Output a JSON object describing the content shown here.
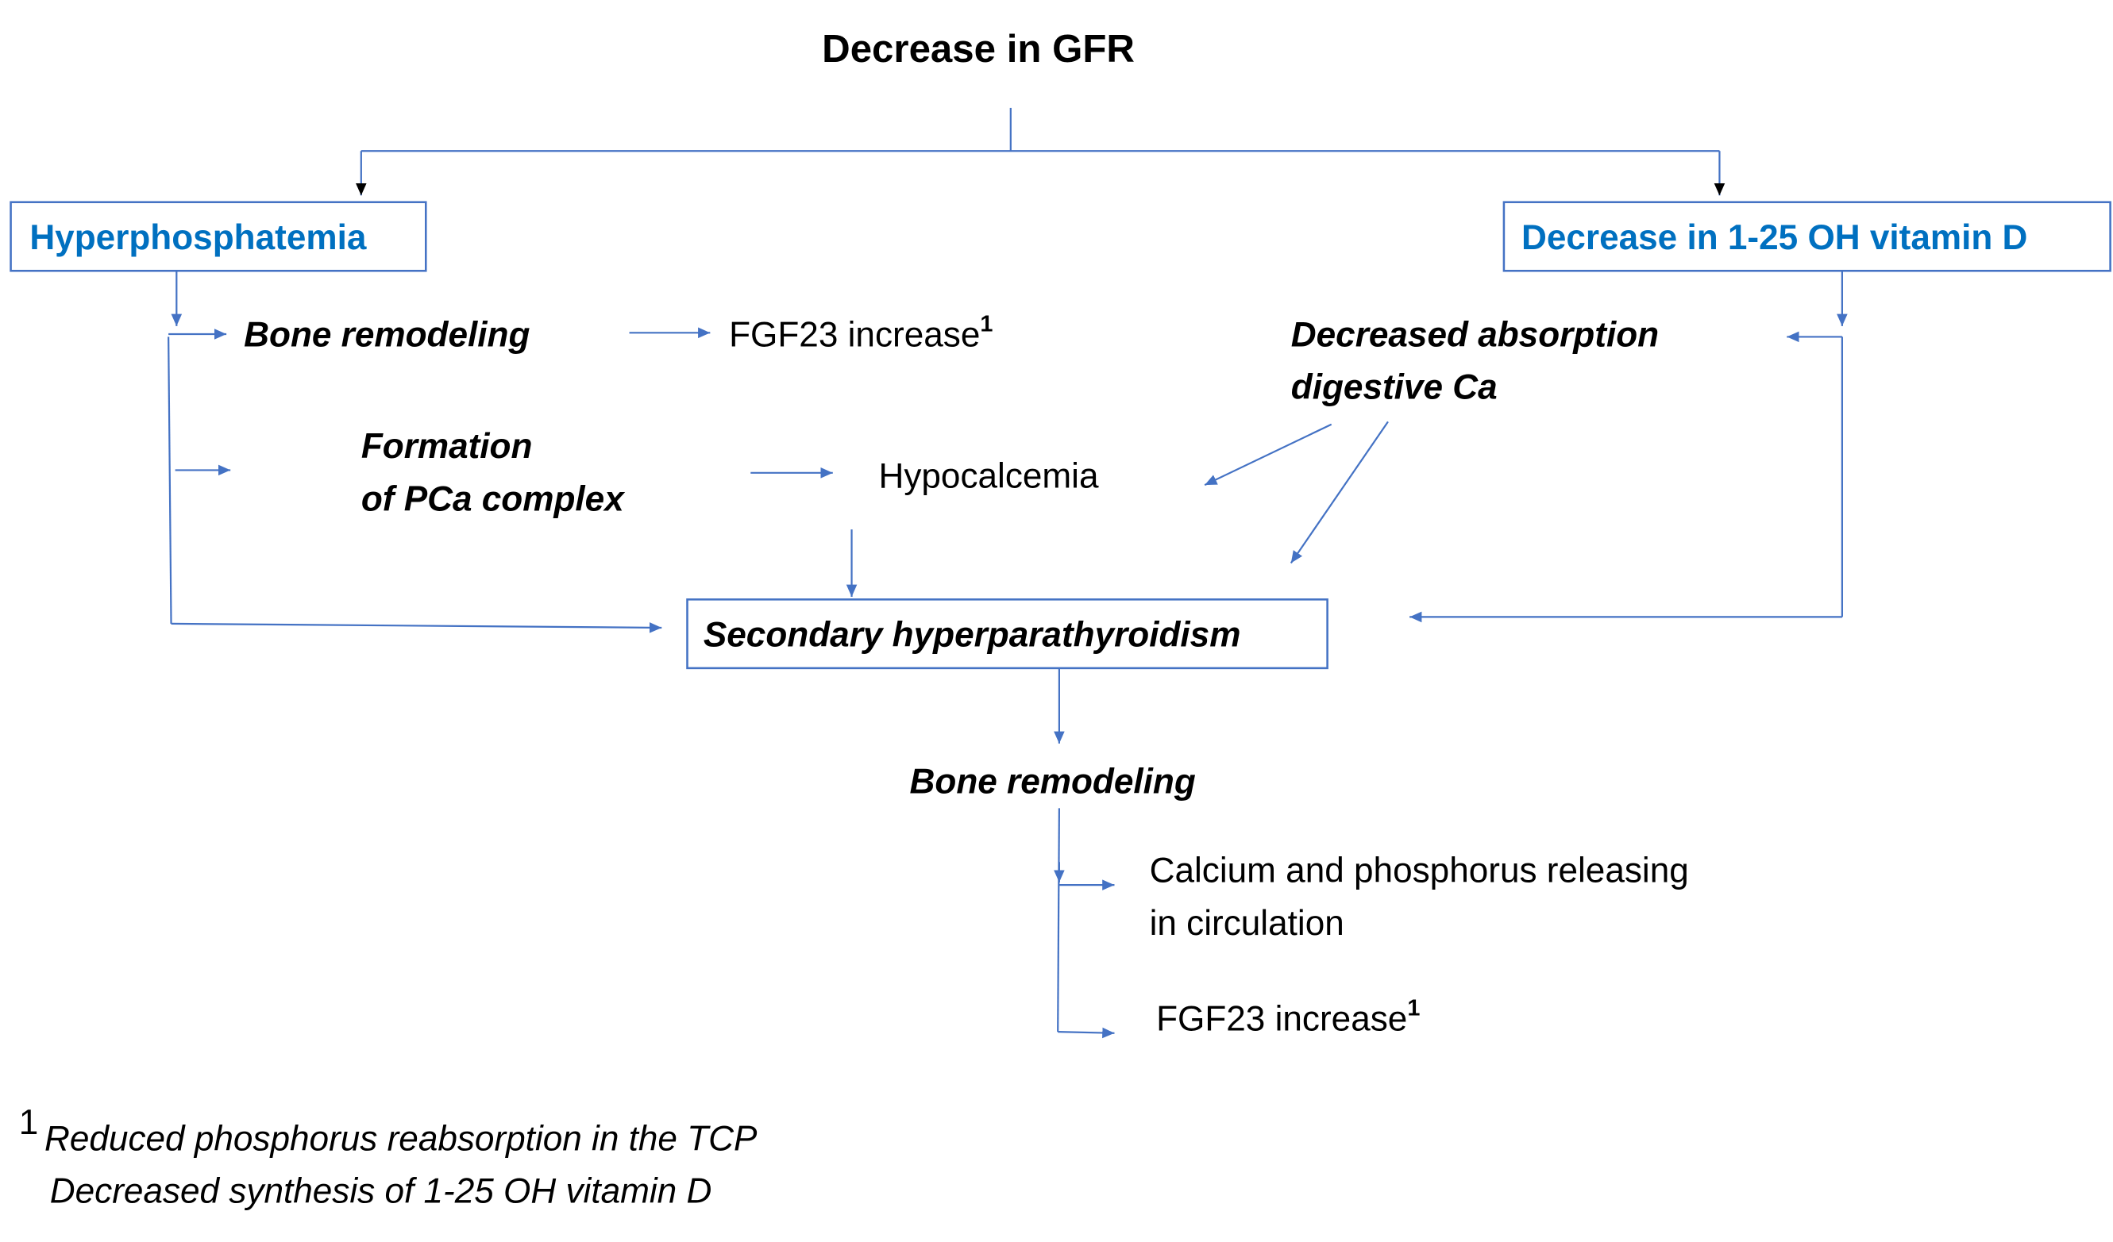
{
  "title": "Decrease in GFR",
  "boxes": {
    "hyperphosphatemia": "Hyperphosphatemia",
    "vitamin_d": "Decrease in 1-25 OH vitamin D",
    "secondary_hpt": "Secondary hyperparathyroidism"
  },
  "nodes": {
    "bone_remodeling_1": "Bone remodeling",
    "fgf23_1": "FGF23 increase",
    "fgf23_1_sup": "1",
    "decreased_absorption_line1": "Decreased absorption",
    "decreased_absorption_line2": "digestive Ca",
    "formation_line1": "Formation",
    "formation_line2": "of PCa complex",
    "hypocalcemia": "Hypocalcemia",
    "bone_remodeling_2": "Bone remodeling",
    "calcium_release_line1": "Calcium and phosphorus releasing",
    "calcium_release_line2": "in circulation",
    "fgf23_2": "FGF23 increase",
    "fgf23_2_sup": "1"
  },
  "footnote": {
    "marker": "1",
    "line1": "Reduced phosphorus reabsorption in the TCP",
    "line2": "Decreased synthesis of 1-25 OH vitamin D"
  },
  "colors": {
    "line": "#4472C4",
    "box_title": "#0070C0"
  }
}
